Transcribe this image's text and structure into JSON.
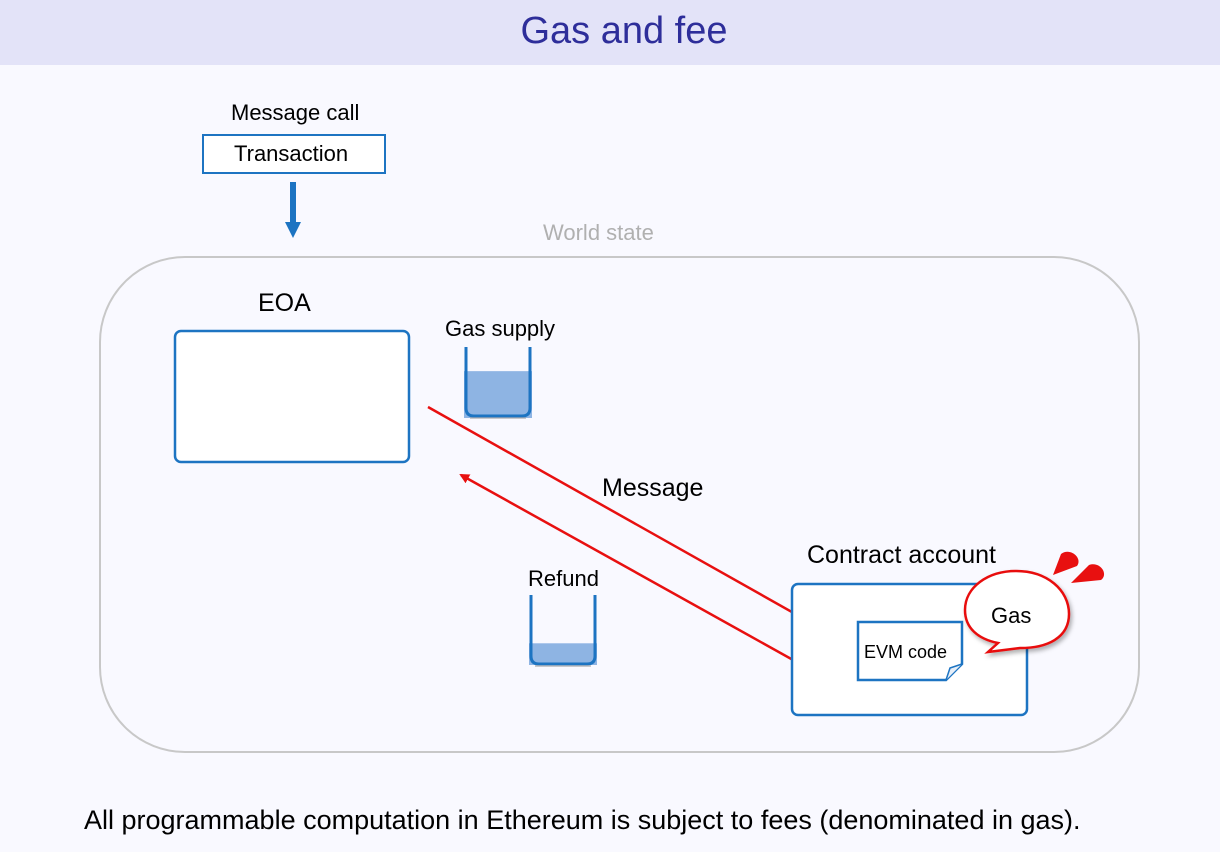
{
  "title": "Gas and fee",
  "diagram": {
    "message_call_label": "Message call",
    "transaction_label": "Transaction",
    "world_state_label": "World state",
    "eoa_label": "EOA",
    "gas_supply_label": "Gas supply",
    "message_label": "Message",
    "refund_label": "Refund",
    "contract_account_label": "Contract account",
    "evm_code_label": "EVM code",
    "gas_bubble_label": "Gas",
    "gas_supply_level": 0.65,
    "refund_level": 0.3,
    "colors": {
      "box_border": "#1d74c2",
      "arrow": "#e81010",
      "liquid": "#8eb4e3",
      "world_state_border": "#c8c8c8",
      "title": "#2e2e9a"
    }
  },
  "footer_text": "All programmable computation in Ethereum is subject to fees (denominated in gas)."
}
